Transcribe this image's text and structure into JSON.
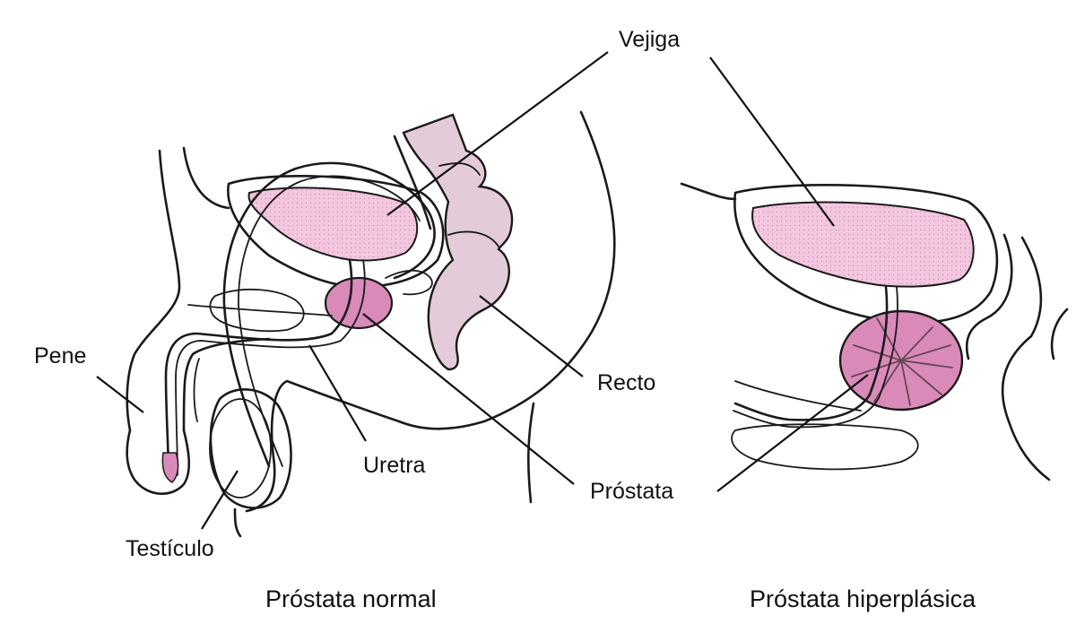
{
  "labels": {
    "bladder": "Vejiga",
    "penis": "Pene",
    "rectum": "Recto",
    "urethra": "Uretra",
    "prostate": "Próstata",
    "testicle": "Testículo"
  },
  "captions": {
    "normal": "Próstata normal",
    "enlarged": "Próstata hiperplásica"
  },
  "colors": {
    "organ_fill": "#f4c6e0",
    "prostate_fill": "#d98ab8",
    "rectum_fill": "#e3cbd9",
    "line": "#1a1a1a"
  }
}
